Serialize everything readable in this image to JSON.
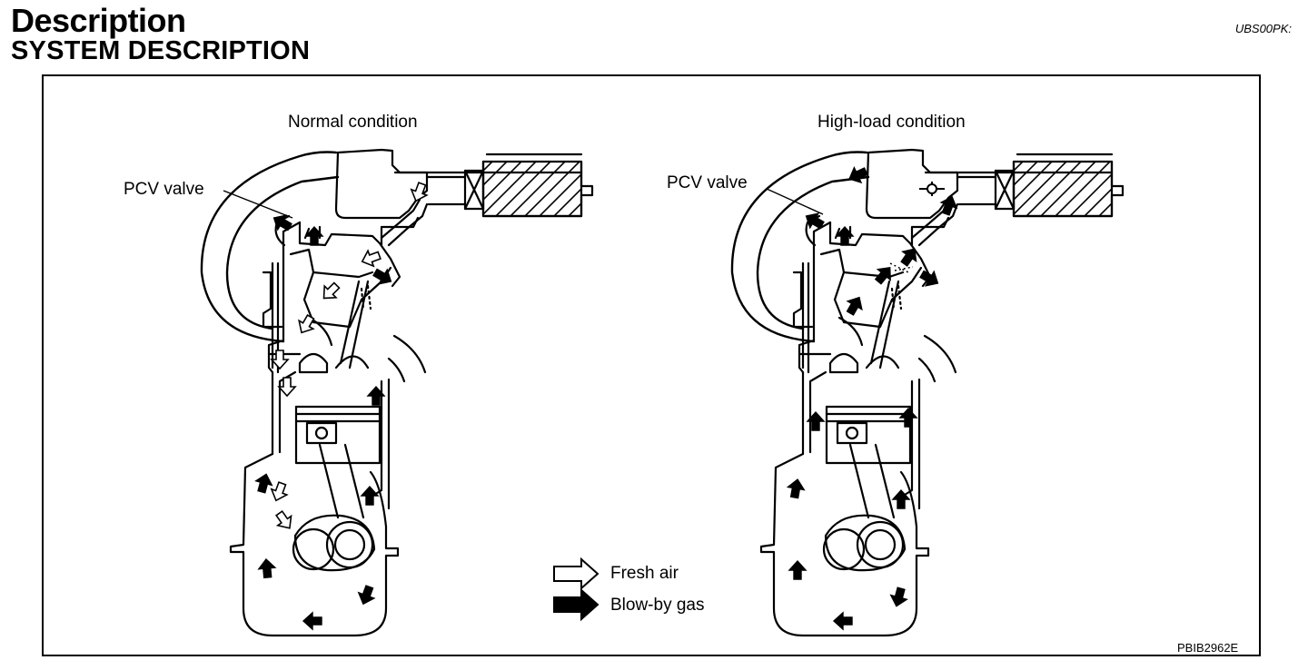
{
  "header": {
    "title": "Description",
    "subtitle": "SYSTEM DESCRIPTION",
    "doc_code": "UBS00PK:"
  },
  "diagrams": {
    "left": {
      "title": "Normal condition",
      "valve_label": "PCV valve"
    },
    "right": {
      "title": "High-load condition",
      "valve_label": "PCV valve"
    }
  },
  "legend": {
    "fresh_air": "Fresh air",
    "blow_by_gas": "Blow-by gas"
  },
  "figure_code": "PBIB2962E"
}
